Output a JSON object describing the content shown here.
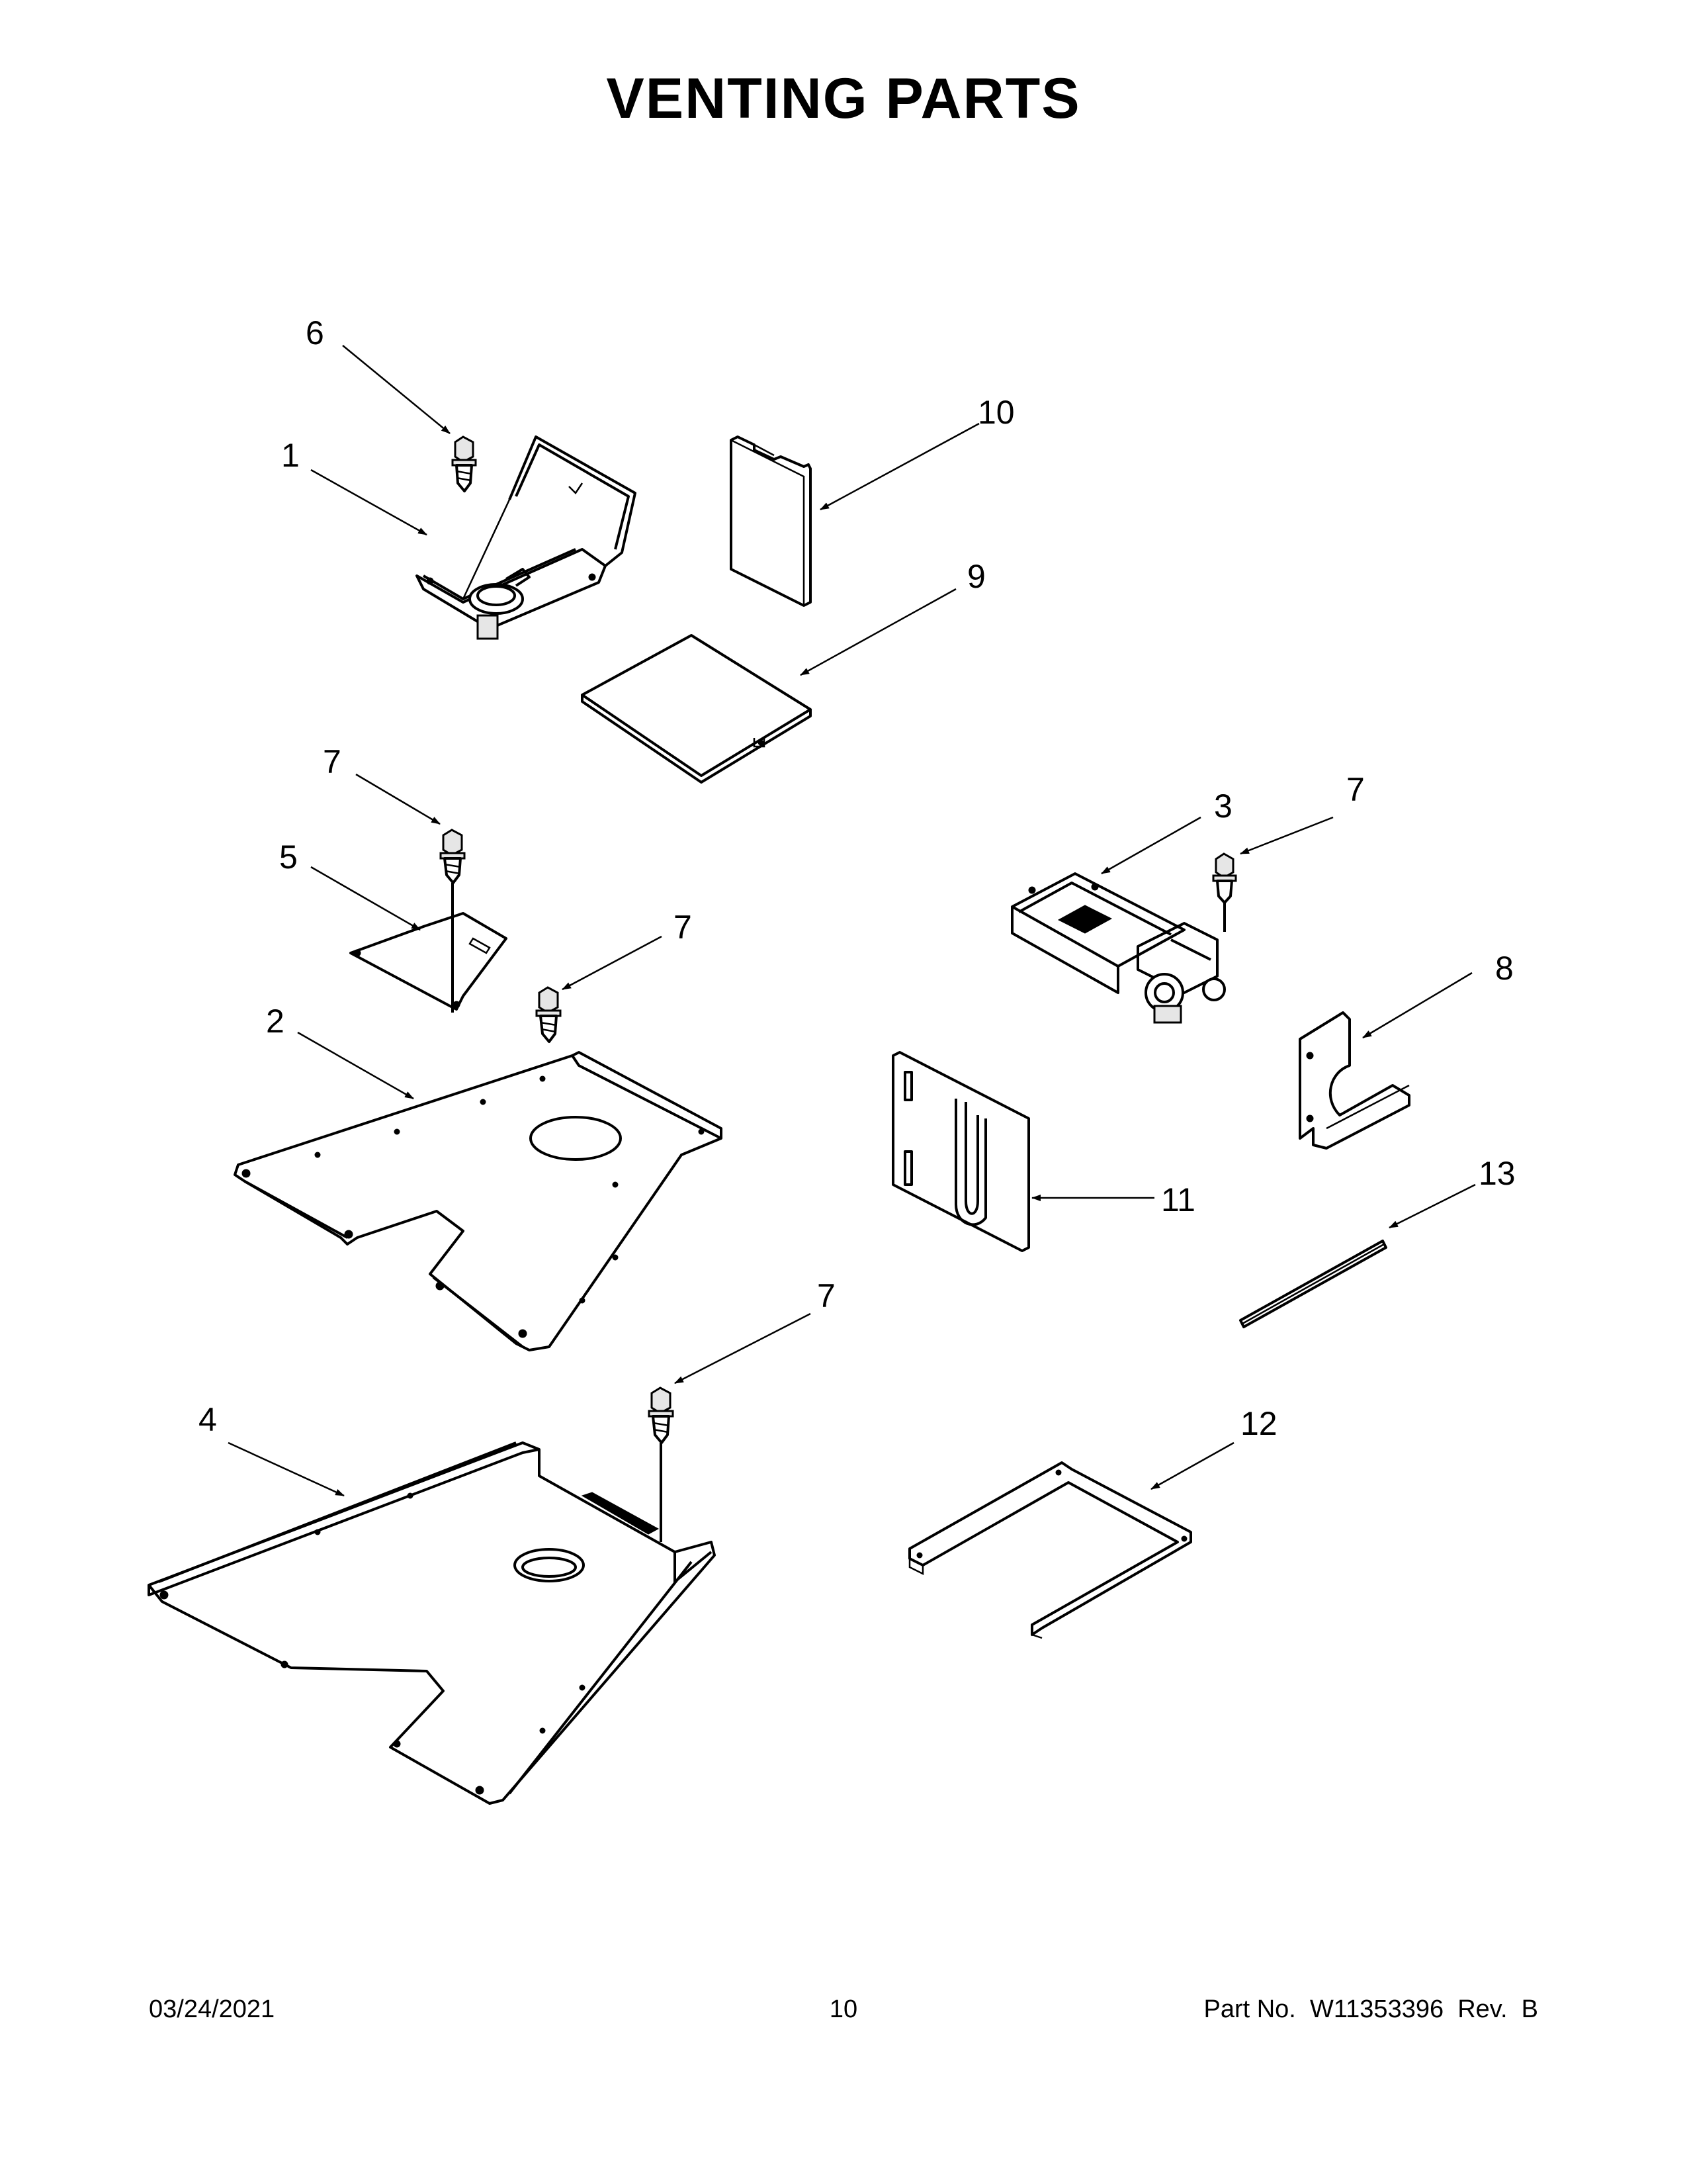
{
  "page": {
    "title": "VENTING PARTS",
    "footer": {
      "date": "03/24/2021",
      "page_number": "10",
      "part_number": "Part No.  W11353396  Rev.  B"
    }
  },
  "callouts": [
    {
      "id": "c6",
      "label": "6"
    },
    {
      "id": "c1",
      "label": "1"
    },
    {
      "id": "c10",
      "label": "10"
    },
    {
      "id": "c9",
      "label": "9"
    },
    {
      "id": "c7a",
      "label": "7"
    },
    {
      "id": "c5",
      "label": "5"
    },
    {
      "id": "c7b",
      "label": "7"
    },
    {
      "id": "c2",
      "label": "2"
    },
    {
      "id": "c3",
      "label": "3"
    },
    {
      "id": "c7c",
      "label": "7"
    },
    {
      "id": "c8",
      "label": "8"
    },
    {
      "id": "c11",
      "label": "11"
    },
    {
      "id": "c13",
      "label": "13"
    },
    {
      "id": "c7d",
      "label": "7"
    },
    {
      "id": "c4",
      "label": "4"
    },
    {
      "id": "c12",
      "label": "12"
    }
  ]
}
